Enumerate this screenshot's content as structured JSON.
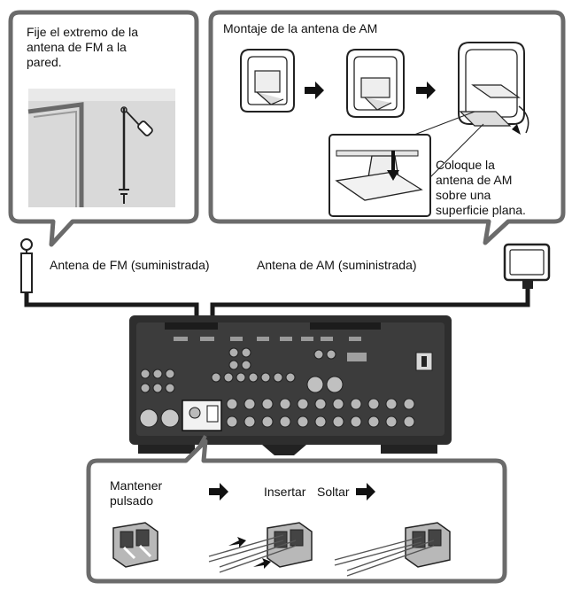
{
  "fm_callout": {
    "instruction_lines": [
      "Fije el extremo de la",
      "antena de FM a la",
      "pared."
    ]
  },
  "am_callout": {
    "title": "Montaje de la antena de AM",
    "instruction_lines": [
      "Coloque la",
      "antena de AM",
      "sobre una",
      "superficie plana."
    ]
  },
  "antenna_labels": {
    "fm": "Antena de FM (suministrada)",
    "am": "Antena de AM (suministrada)"
  },
  "terminal_callout": {
    "hold_lines": [
      "Mantener",
      "pulsado"
    ],
    "insert": "Insertar",
    "release": "Soltar"
  },
  "colors": {
    "frame": "#6b6b6b",
    "receiver_body": "#2e2e2e",
    "terminal": "#b8b8b8",
    "cable": "#1a1a1a"
  },
  "icons": [
    "arrow-right-icon",
    "screw-icon",
    "fm-antenna-icon",
    "am-loop-antenna-icon",
    "receiver-rear-panel-icon",
    "speaker-terminal-icon"
  ]
}
